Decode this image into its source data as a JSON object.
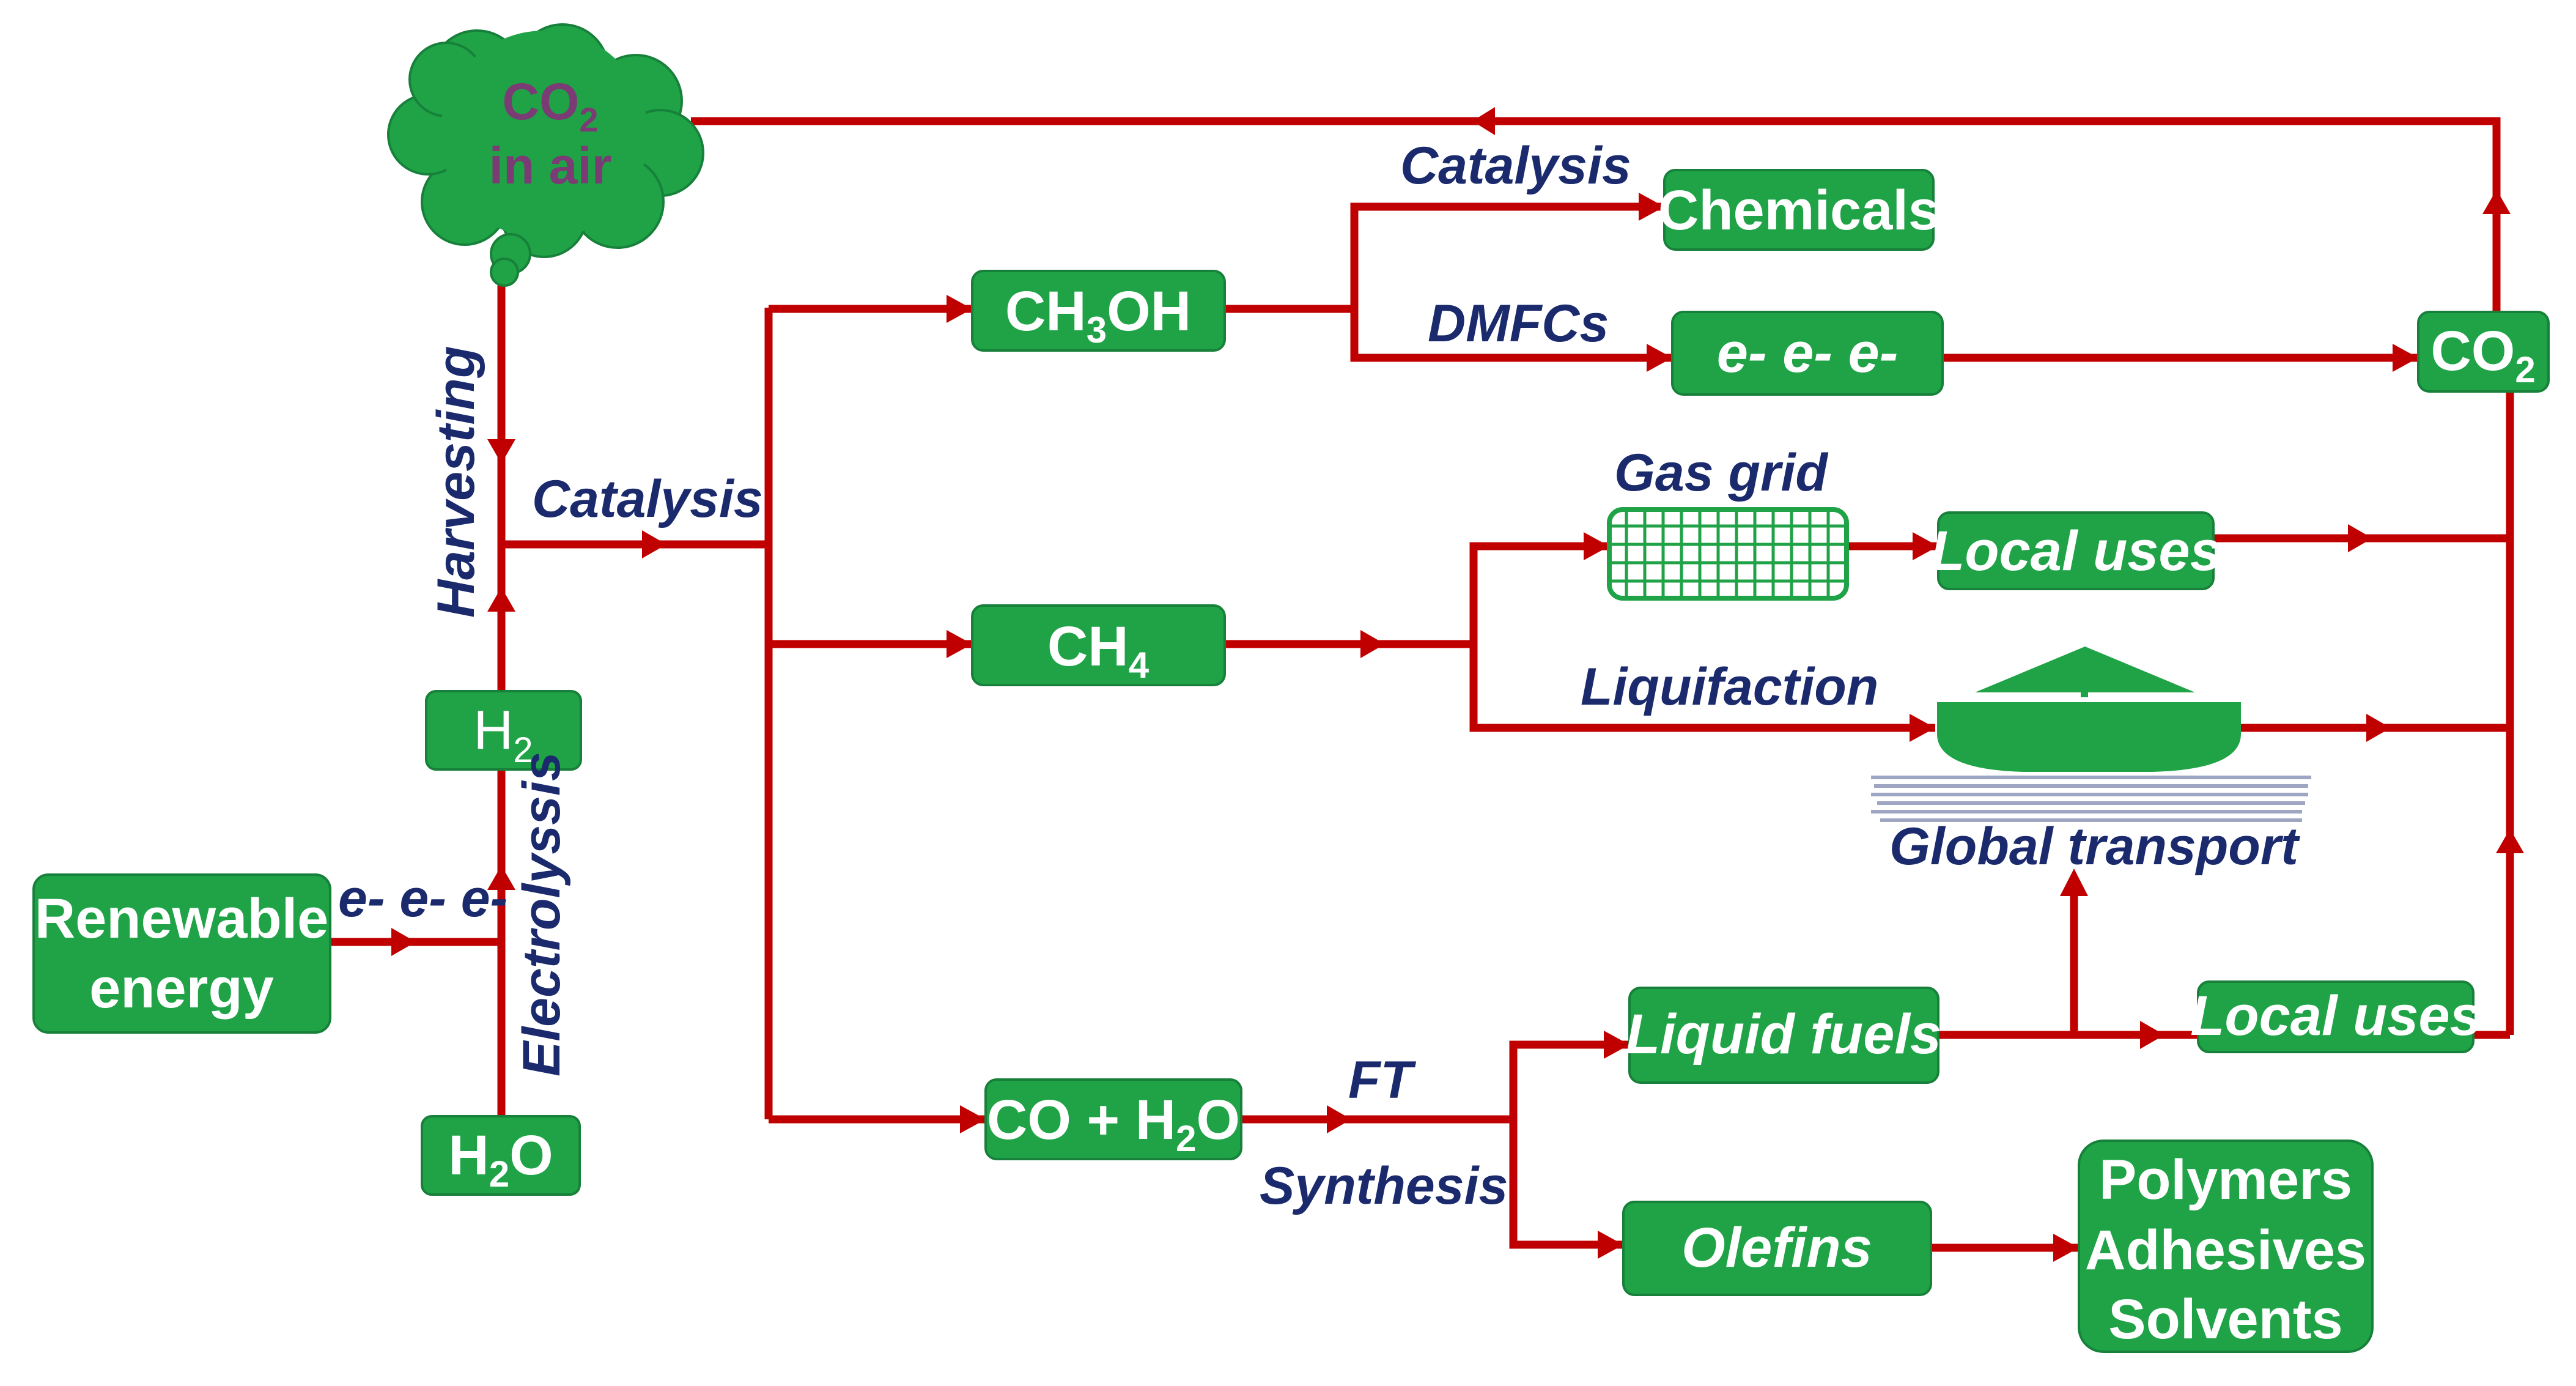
{
  "colors": {
    "box_fill": "#1fa346",
    "arrow": "#c00000",
    "label": "#1a2a6c",
    "cloud_text": "#7b3b74"
  },
  "cloud": {
    "line1": "CO",
    "line1_sub": "2",
    "line2": "in air"
  },
  "boxes": {
    "renewable_line1": "Renewable",
    "renewable_line2": "energy",
    "h2_main": "H",
    "h2_sub": "2",
    "h2o_main": "H",
    "h2o_sub": "2",
    "h2o_tail": "O",
    "ch3oh_a": "CH",
    "ch3oh_sub": "3",
    "ch3oh_b": "OH",
    "ch4_main": "CH",
    "ch4_sub": "4",
    "coh2o_a": "CO + H",
    "coh2o_sub": "2",
    "coh2o_b": "O",
    "chemicals": "Chemicals",
    "electrons": "e- e- e-",
    "co2_main": "CO",
    "co2_sub": "2",
    "local_uses_1": "Local uses",
    "liquid_fuels": "Liquid fuels",
    "local_uses_2": "Local uses",
    "olefins": "Olefins",
    "polymers_line1": "Polymers",
    "polymers_line2": "Adhesives",
    "polymers_line3": "Solvents"
  },
  "labels": {
    "electrons_left": "e- e- e-",
    "harvesting": "Harvesting",
    "electrolyssis": "Electrolyssis",
    "catalysis_main": "Catalysis",
    "catalysis_top": "Catalysis",
    "dmfcs": "DMFCs",
    "gas_grid": "Gas grid",
    "liquifaction": "Liquifaction",
    "global_transport": "Global transport",
    "ft": "FT",
    "synthesis": "Synthesis"
  }
}
